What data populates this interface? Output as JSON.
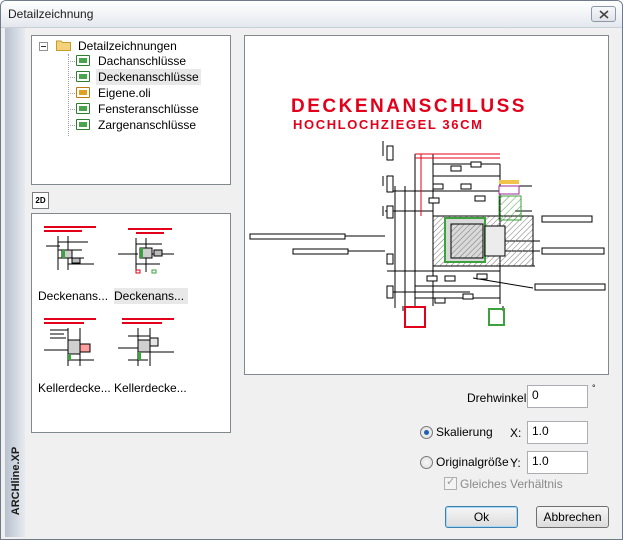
{
  "window": {
    "title": "Detailzeichnung",
    "brand": "ARCHline.XP"
  },
  "tree": {
    "root": "Detailzeichnungen",
    "items": [
      {
        "label": "Dachanschlüsse",
        "icon": "green"
      },
      {
        "label": "Deckenanschlüsse",
        "icon": "green",
        "selected": true
      },
      {
        "label": "Eigene.oli",
        "icon": "orange"
      },
      {
        "label": "Fensteranschlüsse",
        "icon": "green"
      },
      {
        "label": "Zargenanschlüsse",
        "icon": "green"
      }
    ]
  },
  "mode_button": "2D",
  "thumbnails": [
    {
      "caption": "Deckenans..."
    },
    {
      "caption": "Deckenans...",
      "selected": true
    },
    {
      "caption": "Kellerdecke..."
    },
    {
      "caption": "Kellerdecke..."
    }
  ],
  "preview": {
    "title": "DECKENANSCHLUSS",
    "subtitle": "HOCHLOCHZIEGEL 36CM"
  },
  "form": {
    "rotation_label": "Drehwinkel",
    "rotation_value": "0",
    "rotation_unit": "°",
    "scaling_label": "Skalierung",
    "original_label": "Originalgröße",
    "x_label": "X:",
    "x_value": "1.0",
    "y_label": "Y:",
    "y_value": "1.0",
    "ratio_label": "Gleiches Verhältnis",
    "mode_selected": "Skalierung"
  },
  "buttons": {
    "ok": "Ok",
    "cancel": "Abbrechen"
  },
  "colors": {
    "title_red": "#e3001b",
    "frame": "#828790"
  }
}
